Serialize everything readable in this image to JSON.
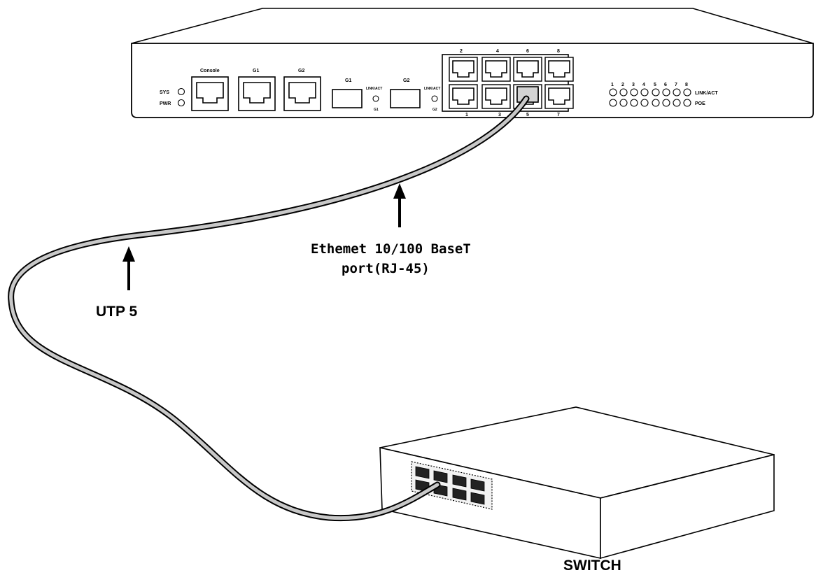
{
  "router": {
    "led_labels": [
      "SYS",
      "PWR"
    ],
    "port_labels": {
      "console": "Console",
      "rj_g1": "G1",
      "rj_g2": "G2",
      "sfp_g1": "G1",
      "sfp_g2": "G2",
      "linkact": "LINK/ACT",
      "sfp_led_g1": "G1",
      "sfp_led_g2": "G2"
    },
    "top_port_numbers": [
      "2",
      "4",
      "6",
      "8"
    ],
    "bottom_port_numbers": [
      "1",
      "3",
      "5",
      "7"
    ],
    "indicator_numbers": [
      "1",
      "2",
      "3",
      "4",
      "5",
      "6",
      "7",
      "8"
    ],
    "indicator_rows": [
      "LINK/ACT",
      "POE"
    ]
  },
  "callouts": {
    "ethernet_line1": "Ethemet 10/100 BaseT",
    "ethernet_line2": "port(RJ-45)",
    "cable": "UTP 5",
    "switch": "SWITCH"
  }
}
